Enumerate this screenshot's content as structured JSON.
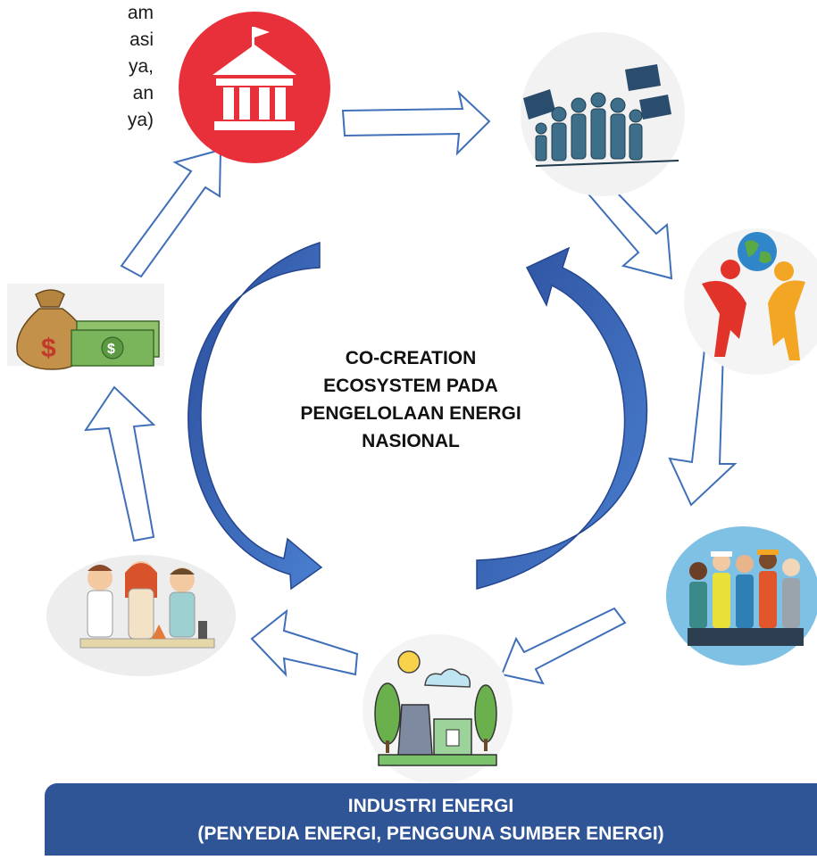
{
  "intro_text": [
    "am",
    "asi",
    "ya,",
    "an",
    "ya)"
  ],
  "center_title": [
    "CO-CREATION",
    "ECOSYSTEM PADA",
    "PENGELOLAAN ENERGI",
    "NASIONAL"
  ],
  "banner": {
    "line1": "INDUSTRI ENERGI",
    "line2": "(PENYEDIA ENERGI, PENGGUNA SUMBER ENERGI)"
  },
  "money_symbol": "$",
  "colors": {
    "government_red": "#e8303a",
    "cycle_arrow_blue": "#3a66b4",
    "banner_blue": "#2f5597",
    "outline_arrow": "#3f6fb8"
  }
}
